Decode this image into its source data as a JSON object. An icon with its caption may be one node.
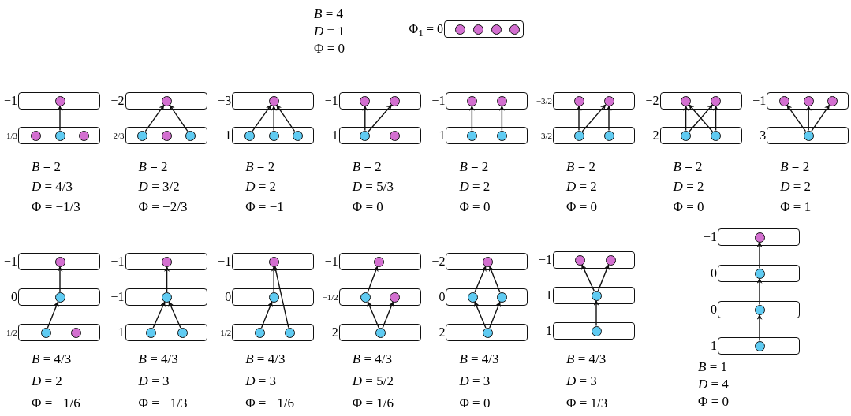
{
  "diagram": {
    "nodes": [
      {
        "text": [],
        "shape": "box",
        "beside": [
          "Φ$_{1}$ = 0"
        ]
      },
      {
        "text": [],
        "shape": "circle",
        "in": 0
      },
      {
        "text": [],
        "shape": "circle",
        "in": 0
      },
      {
        "text": [],
        "shape": "circle",
        "in": 0
      },
      {
        "text": [],
        "shape": "circle",
        "in": 0
      },
      {
        "text": [],
        "shape": "box",
        "beside": [
          "−1"
        ]
      },
      {
        "text": [],
        "shape": "circle",
        "in": 5
      },
      {
        "text": [],
        "shape": "box",
        "beside": [
          "1/3"
        ]
      },
      {
        "text": [],
        "shape": "circle",
        "in": 7
      },
      {
        "text": [],
        "shape": "circle",
        "in": 7
      },
      {
        "text": [],
        "shape": "circle",
        "in": 7
      },
      {
        "text": [],
        "shape": "box",
        "beside": [
          "−2"
        ]
      },
      {
        "text": [],
        "shape": "circle",
        "in": 11
      },
      {
        "text": [],
        "shape": "box",
        "beside": [
          "2/3"
        ]
      },
      {
        "text": [],
        "shape": "circle",
        "in": 13
      },
      {
        "text": [],
        "shape": "circle",
        "in": 13
      },
      {
        "text": [],
        "shape": "circle",
        "in": 13
      },
      {
        "text": [],
        "shape": "box",
        "beside": [
          "−3"
        ]
      },
      {
        "text": [],
        "shape": "circle",
        "in": 17
      },
      {
        "text": [],
        "shape": "box",
        "beside": [
          "1"
        ]
      },
      {
        "text": [],
        "shape": "circle",
        "in": 19
      },
      {
        "text": [],
        "shape": "circle",
        "in": 19
      },
      {
        "text": [],
        "shape": "circle",
        "in": 19
      },
      {
        "text": [],
        "shape": "box",
        "beside": [
          "−1"
        ]
      },
      {
        "text": [],
        "shape": "circle",
        "in": 23
      },
      {
        "text": [],
        "shape": "circle",
        "in": 23
      },
      {
        "text": [],
        "shape": "box",
        "beside": [
          "1"
        ]
      },
      {
        "text": [],
        "shape": "circle",
        "in": 26
      },
      {
        "text": [],
        "shape": "circle",
        "in": 26
      },
      {
        "text": [],
        "shape": "box",
        "beside": [
          "−1"
        ]
      },
      {
        "text": [],
        "shape": "circle",
        "in": 29
      },
      {
        "text": [],
        "shape": "circle",
        "in": 29
      },
      {
        "text": [],
        "shape": "box",
        "beside": [
          "1"
        ]
      },
      {
        "text": [],
        "shape": "circle",
        "in": 32
      },
      {
        "text": [],
        "shape": "circle",
        "in": 32
      },
      {
        "text": [],
        "shape": "box",
        "beside": [
          "−3/2"
        ]
      },
      {
        "text": [],
        "shape": "circle",
        "in": 35
      },
      {
        "text": [],
        "shape": "circle",
        "in": 35
      },
      {
        "text": [],
        "shape": "box",
        "beside": [
          "3/2"
        ]
      },
      {
        "text": [],
        "shape": "circle",
        "in": 38
      },
      {
        "text": [],
        "shape": "circle",
        "in": 38
      },
      {
        "text": [],
        "shape": "box",
        "beside": [
          "−2"
        ]
      },
      {
        "text": [],
        "shape": "circle",
        "in": 41
      },
      {
        "text": [],
        "shape": "circle",
        "in": 41
      },
      {
        "text": [],
        "shape": "box",
        "beside": [
          "2"
        ]
      },
      {
        "text": [],
        "shape": "circle",
        "in": 44
      },
      {
        "text": [],
        "shape": "circle",
        "in": 44
      },
      {
        "text": [],
        "shape": "box",
        "beside": [
          "−1"
        ]
      },
      {
        "text": [],
        "shape": "circle",
        "in": 47
      },
      {
        "text": [],
        "shape": "circle",
        "in": 47
      },
      {
        "text": [],
        "shape": "circle",
        "in": 47
      },
      {
        "text": [],
        "shape": "box",
        "beside": [
          "3"
        ]
      },
      {
        "text": [],
        "shape": "circle",
        "in": 51
      },
      {
        "text": [],
        "shape": "box",
        "beside": [
          "−1"
        ]
      },
      {
        "text": [],
        "shape": "circle",
        "in": 53
      },
      {
        "text": [],
        "shape": "box",
        "beside": [
          "0"
        ]
      },
      {
        "text": [],
        "shape": "circle",
        "in": 55
      },
      {
        "text": [],
        "shape": "box",
        "beside": [
          "1/2"
        ]
      },
      {
        "text": [],
        "shape": "circle",
        "in": 57
      },
      {
        "text": [],
        "shape": "circle",
        "in": 57
      },
      {
        "text": [],
        "shape": "box",
        "beside": [
          "−1"
        ]
      },
      {
        "text": [],
        "shape": "circle",
        "in": 60
      },
      {
        "text": [],
        "shape": "box",
        "beside": [
          "−1"
        ]
      },
      {
        "text": [],
        "shape": "circle",
        "in": 62
      },
      {
        "text": [],
        "shape": "box",
        "beside": [
          "1"
        ]
      },
      {
        "text": [],
        "shape": "circle",
        "in": 64
      },
      {
        "text": [],
        "shape": "circle",
        "in": 64
      },
      {
        "text": [],
        "shape": "box",
        "beside": [
          "−1"
        ]
      },
      {
        "text": [],
        "shape": "circle",
        "in": 67
      },
      {
        "text": [],
        "shape": "box",
        "beside": [
          "0"
        ]
      },
      {
        "text": [],
        "shape": "circle",
        "in": 69
      },
      {
        "text": [],
        "shape": "box",
        "beside": [
          "1/2"
        ]
      },
      {
        "text": [],
        "shape": "circle",
        "in": 71
      },
      {
        "text": [],
        "shape": "circle",
        "in": 71
      },
      {
        "text": [],
        "shape": "box",
        "beside": [
          "−1"
        ]
      },
      {
        "text": [],
        "shape": "circle",
        "in": 74
      },
      {
        "text": [],
        "shape": "box",
        "beside": [
          "−1/2"
        ]
      },
      {
        "text": [],
        "shape": "circle",
        "in": 76
      },
      {
        "text": [],
        "shape": "circle",
        "in": 76
      },
      {
        "text": [],
        "shape": "box",
        "beside": [
          "2"
        ]
      },
      {
        "text": [],
        "shape": "circle",
        "in": 79
      },
      {
        "text": [],
        "shape": "box",
        "beside": [
          "−2"
        ]
      },
      {
        "text": [],
        "shape": "circle",
        "in": 81
      },
      {
        "text": [],
        "shape": "box",
        "beside": [
          "0"
        ]
      },
      {
        "text": [],
        "shape": "circle",
        "in": 83
      },
      {
        "text": [],
        "shape": "circle",
        "in": 83
      },
      {
        "text": [],
        "shape": "box",
        "beside": [
          "2"
        ]
      },
      {
        "text": [],
        "shape": "circle",
        "in": 86
      },
      {
        "text": [],
        "shape": "box",
        "beside": [
          "−1"
        ]
      },
      {
        "text": [],
        "shape": "circle",
        "in": 88
      },
      {
        "text": [],
        "shape": "circle",
        "in": 88
      },
      {
        "text": [],
        "shape": "box",
        "beside": [
          "1"
        ]
      },
      {
        "text": [],
        "shape": "circle",
        "in": 91
      },
      {
        "text": [],
        "shape": "box",
        "beside": [
          "1"
        ]
      },
      {
        "text": [],
        "shape": "circle",
        "in": 93
      },
      {
        "text": [],
        "shape": "box",
        "beside": [
          "−1"
        ]
      },
      {
        "text": [],
        "shape": "circle",
        "in": 95
      },
      {
        "text": [],
        "shape": "box",
        "beside": [
          "0"
        ]
      },
      {
        "text": [],
        "shape": "circle",
        "in": 97
      },
      {
        "text": [],
        "shape": "box",
        "beside": [
          "0"
        ]
      },
      {
        "text": [],
        "shape": "circle",
        "in": 99
      },
      {
        "text": [],
        "shape": "box",
        "beside": [
          "1"
        ]
      },
      {
        "text": [],
        "shape": "circle",
        "in": 101
      }
    ],
    "edges": [
      {
        "from": 9,
        "to": 6,
        "arrow": "to"
      },
      {
        "from": 14,
        "to": 12,
        "arrow": "to"
      },
      {
        "from": 16,
        "to": 12,
        "arrow": "to"
      },
      {
        "from": 20,
        "to": 18,
        "arrow": "to"
      },
      {
        "from": 21,
        "to": 18,
        "arrow": "to"
      },
      {
        "from": 22,
        "to": 18,
        "arrow": "to"
      },
      {
        "from": 27,
        "to": 24,
        "arrow": "to"
      },
      {
        "from": 27,
        "to": 25,
        "arrow": "to"
      },
      {
        "from": 33,
        "to": 30,
        "arrow": "to"
      },
      {
        "from": 34,
        "to": 31,
        "arrow": "to"
      },
      {
        "from": 39,
        "to": 36,
        "arrow": "to"
      },
      {
        "from": 39,
        "to": 37,
        "arrow": "to"
      },
      {
        "from": 40,
        "to": 37,
        "arrow": "to"
      },
      {
        "from": 45,
        "to": 42,
        "arrow": "to"
      },
      {
        "from": 45,
        "to": 43,
        "arrow": "to"
      },
      {
        "from": 46,
        "to": 42,
        "arrow": "to"
      },
      {
        "from": 46,
        "to": 43,
        "arrow": "to"
      },
      {
        "from": 52,
        "to": 48,
        "arrow": "to"
      },
      {
        "from": 52,
        "to": 49,
        "arrow": "to"
      },
      {
        "from": 52,
        "to": 50,
        "arrow": "to"
      },
      {
        "from": 56,
        "to": 54,
        "arrow": "to"
      },
      {
        "from": 58,
        "to": 56,
        "arrow": "to"
      },
      {
        "from": 63,
        "to": 61,
        "arrow": "to"
      },
      {
        "from": 65,
        "to": 63,
        "arrow": "to"
      },
      {
        "from": 66,
        "to": 63,
        "arrow": "to"
      },
      {
        "from": 70,
        "to": 68,
        "arrow": "to"
      },
      {
        "from": 72,
        "to": 70,
        "arrow": "to"
      },
      {
        "from": 73,
        "to": 68,
        "arrow": "to"
      },
      {
        "from": 77,
        "to": 75,
        "arrow": "to"
      },
      {
        "from": 80,
        "to": 77,
        "arrow": "to"
      },
      {
        "from": 80,
        "to": 78,
        "arrow": "to"
      },
      {
        "from": 84,
        "to": 82,
        "arrow": "to"
      },
      {
        "from": 85,
        "to": 82,
        "arrow": "to"
      },
      {
        "from": 87,
        "to": 84,
        "arrow": "to"
      },
      {
        "from": 87,
        "to": 85,
        "arrow": "to"
      },
      {
        "from": 92,
        "to": 89,
        "arrow": "to"
      },
      {
        "from": 92,
        "to": 90,
        "arrow": "to"
      },
      {
        "from": 94,
        "to": 92,
        "arrow": "to"
      },
      {
        "from": 98,
        "to": 96,
        "arrow": "to"
      },
      {
        "from": 100,
        "to": 98,
        "arrow": "to"
      },
      {
        "from": 102,
        "to": 100,
        "arrow": "to"
      }
    ],
    "labels": [
      "*B* = 4",
      "*D* = 1",
      "Φ = 0",
      "*B* = 2",
      "*D* = 4/3",
      "Φ = −1/3",
      "*B* = 2",
      "*D* = 3/2",
      "Φ = −2/3",
      "*B* = 2",
      "*D* = 2",
      "Φ = −1",
      "*B* = 2",
      "*D* = 5/3",
      "Φ = 0",
      "*B* = 2",
      "*D* = 2",
      "Φ = 0",
      "*B* = 2",
      "*D* = 2",
      "Φ = 0",
      "*B* = 2",
      "*D* = 2",
      "Φ = 0",
      "*B* = 2",
      "*D* = 2",
      "Φ = 1",
      "*B* = 4/3",
      "*D* = 2",
      "Φ = −1/6",
      "*B* = 4/3",
      "*D* = 3",
      "Φ = −1/3",
      "*B* = 4/3",
      "*D* = 3",
      "Φ = −1/6",
      "*B* = 4/3",
      "*D* = 5/2",
      "Φ = 1/6",
      "*B* = 4/3",
      "*D* = 3",
      "Φ = 0",
      "*B* = 4/3",
      "*D* = 3",
      "Φ = 1/3",
      "*B* = 1",
      "*D* = 4",
      "Φ = 0"
    ]
  }
}
